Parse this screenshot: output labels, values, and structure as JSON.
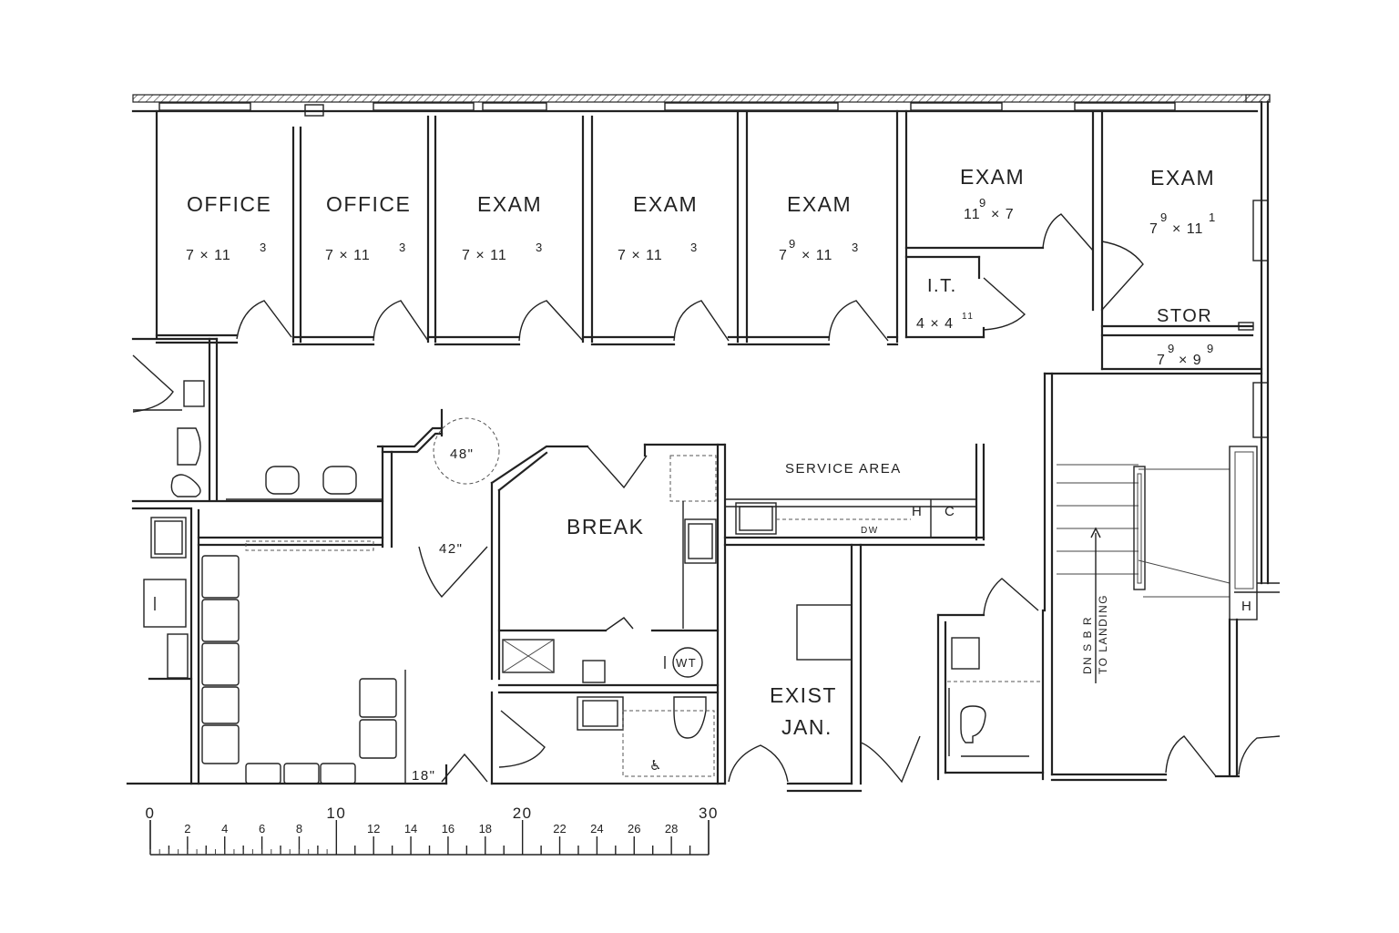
{
  "rooms": {
    "office1": {
      "name": "OFFICE",
      "dim": "7 × 11",
      "sup": "3"
    },
    "office2": {
      "name": "OFFICE",
      "dim": "7 × 11",
      "sup": "3"
    },
    "exam1": {
      "name": "EXAM",
      "dim": "7 × 11",
      "sup": "3"
    },
    "exam2": {
      "name": "EXAM",
      "dim": "7 × 11",
      "sup": "3"
    },
    "exam3": {
      "name": "EXAM",
      "dim_a": "7",
      "dim_a_sup": "9",
      "dim_b": "× 11",
      "sup": "3"
    },
    "exam4": {
      "name": "EXAM",
      "dim_a": "11",
      "dim_a_sup": "9",
      "dim_b": "× 7"
    },
    "exam5": {
      "name": "EXAM",
      "dim_a": "7",
      "dim_a_sup": "9",
      "dim_b": "× 11",
      "sup": "1"
    },
    "it": {
      "name": "I.T.",
      "dim": "4 × 4",
      "sup": "11"
    },
    "stor": {
      "name": "STOR",
      "dim_a": "7",
      "dim_a_sup": "9",
      "dim_b": "× 9",
      "sup": "9"
    },
    "break": {
      "name": "BREAK"
    },
    "service": {
      "name": "SERVICE AREA"
    },
    "jan_line1": "EXIST",
    "jan_line2": "JAN."
  },
  "labels": {
    "clear_48": "48\"",
    "door_42": "42\"",
    "door_18": "18\"",
    "wt": "WT",
    "h": "H",
    "c": "C",
    "dw": "DW",
    "stair_1": "DN S B R",
    "stair_2": "TO LANDING",
    "h_stair": "H"
  },
  "scale_bar": {
    "major_labels": [
      "0",
      "10",
      "20",
      "30"
    ],
    "minor_labels": [
      "2",
      "4",
      "6",
      "8",
      "12",
      "14",
      "16",
      "18",
      "22",
      "24",
      "26",
      "28"
    ]
  }
}
